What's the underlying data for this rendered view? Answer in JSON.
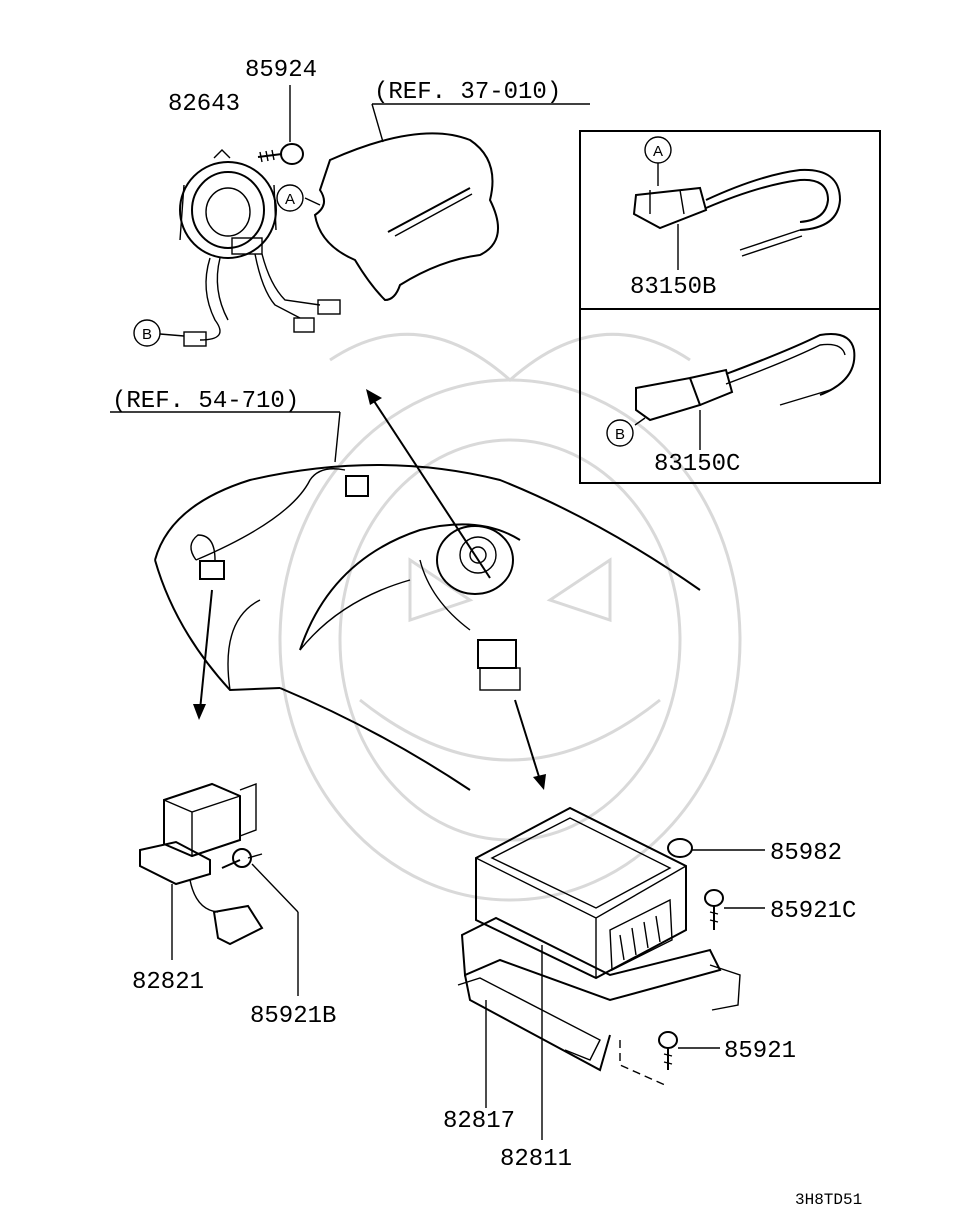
{
  "diagram": {
    "refs": {
      "ref_airbag": "(REF. 37-010)",
      "ref_harness": "(REF. 54-710)"
    },
    "parts": {
      "p85924": "85924",
      "p82643": "82643",
      "p83150B": "83150B",
      "p83150C": "83150C",
      "p82821": "82821",
      "p85921B": "85921B",
      "p85982": "85982",
      "p85921C": "85921C",
      "p85921": "85921",
      "p82817": "82817",
      "p82811": "82811"
    },
    "callouts": {
      "a": "A",
      "b": "B"
    },
    "figure_code": "3H8TD51"
  }
}
